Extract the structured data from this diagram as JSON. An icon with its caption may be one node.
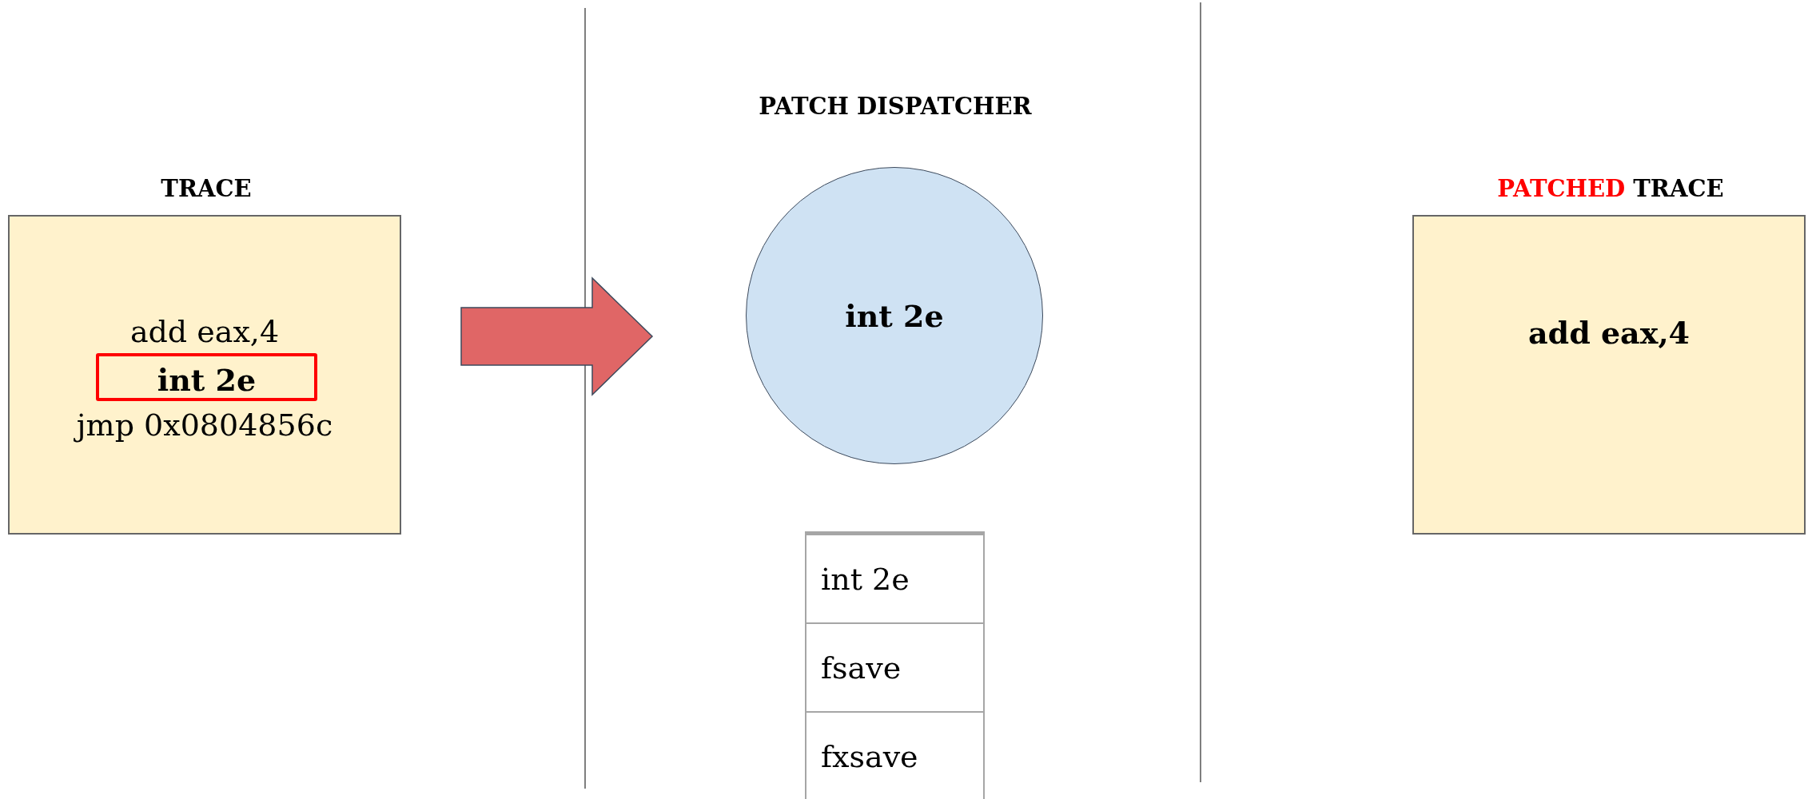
{
  "diagram": {
    "nodes": [
      {
        "text": [
          "TRACE",
          "add eax,4",
          "jmp 0x0804856c"
        ]
      },
      {
        "text": [
          "int 2e"
        ],
        "in": 0
      },
      {
        "text": [
          "int 2e"
        ]
      },
      {
        "text": [
          "PATCHED",
          "TRACE",
          "add eax,4"
        ]
      }
    ],
    "edges": [
      {
        "from": 0,
        "to": 2,
        "arrow": "to",
        "style": "thick",
        "color": "#e06666"
      }
    ],
    "labels": [
      "PATCH DISPATCHER",
      "int 2e",
      "fsave",
      "fxsave"
    ]
  }
}
